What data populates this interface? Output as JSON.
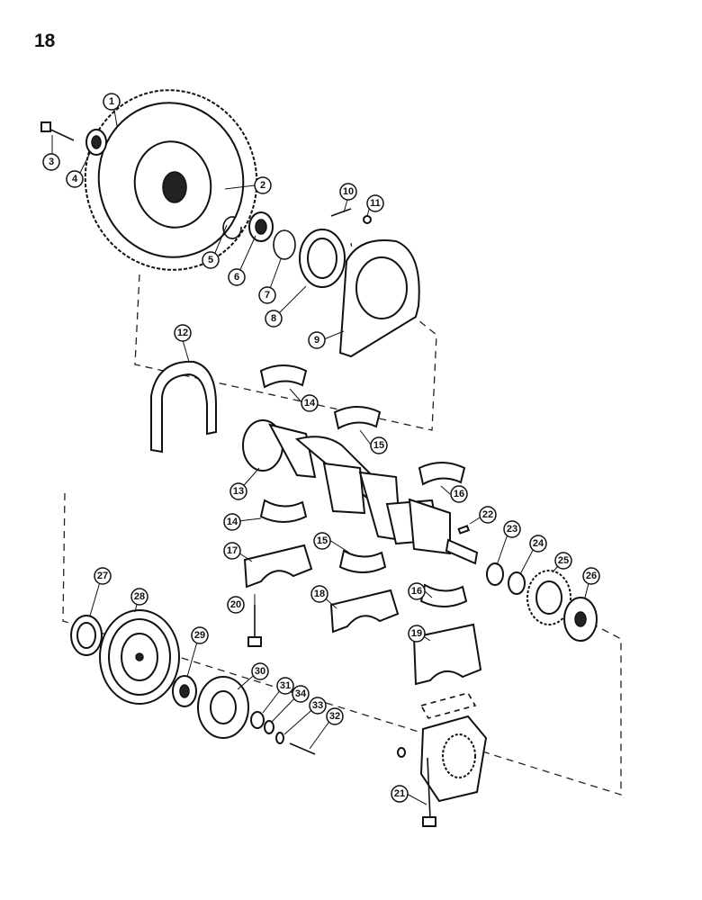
{
  "page": {
    "number": "18"
  },
  "callouts": [
    "1",
    "2",
    "3",
    "4",
    "5",
    "6",
    "7",
    "8",
    "9",
    "10",
    "11",
    "12",
    "13",
    "14",
    "14",
    "15",
    "15",
    "16",
    "16",
    "17",
    "18",
    "19",
    "20",
    "21",
    "22",
    "23",
    "24",
    "25",
    "26",
    "27",
    "28",
    "29",
    "30",
    "31",
    "32",
    "33",
    "34"
  ]
}
